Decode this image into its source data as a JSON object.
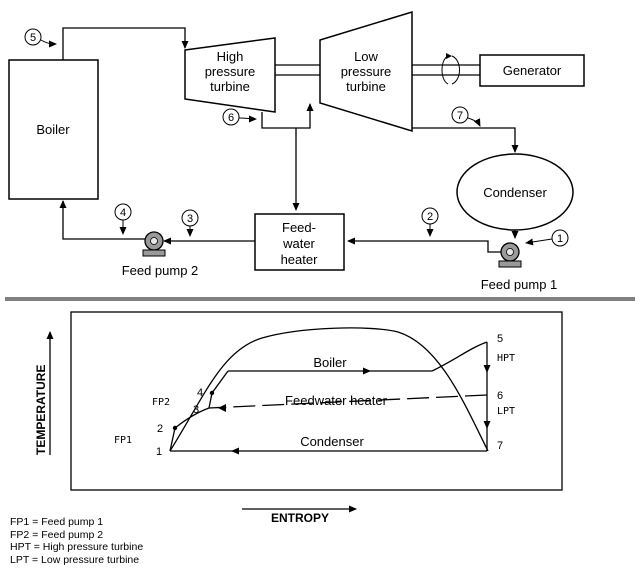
{
  "plant": {
    "boiler": "Boiler",
    "hp_turbine": [
      "High",
      "pressure",
      "turbine"
    ],
    "lp_turbine": [
      "Low",
      "pressure",
      "turbine"
    ],
    "generator": "Generator",
    "condenser": "Condenser",
    "heater": [
      "Feed-",
      "water",
      "heater"
    ],
    "feed_pump_1": "Feed pump 1",
    "feed_pump_2": "Feed pump 2",
    "state_points": [
      "1",
      "2",
      "3",
      "4",
      "5",
      "6",
      "7"
    ]
  },
  "ts_diagram": {
    "y_axis": "TEMPERATURE",
    "x_axis": "ENTROPY",
    "process_labels": {
      "boiler": "Boiler",
      "heater": "Feedwater heater",
      "condenser": "Condenser"
    },
    "side_labels": {
      "fp1": "FP1",
      "fp2": "FP2",
      "hpt": "HPT",
      "lpt": "LPT"
    }
  },
  "legend": [
    "FP1  = Feed pump 1",
    "FP2  = Feed pump 2",
    "HPT  = High pressure turbine",
    "LPT  = Low pressure turbine"
  ],
  "colors": {
    "line": "#000000",
    "divider": "#808080",
    "pump_fill": "#9a9a9a"
  }
}
